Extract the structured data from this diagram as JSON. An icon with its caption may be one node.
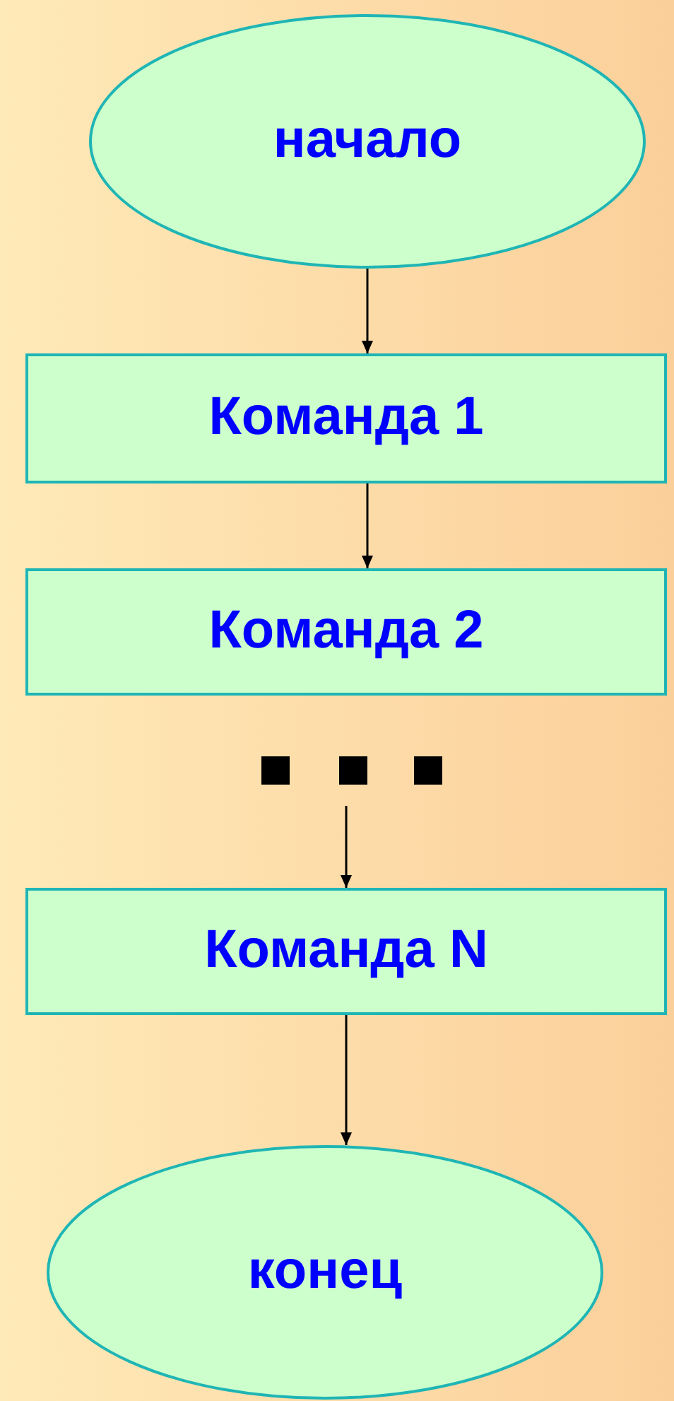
{
  "diagram": {
    "nodes": [
      {
        "text": [
          "начало"
        ]
      },
      {
        "text": [
          "Команда 1"
        ]
      },
      {
        "text": [
          "Команда 2"
        ]
      },
      {
        "text": [
          "Команда N"
        ]
      },
      {
        "text": [
          "конец"
        ]
      }
    ],
    "edges": [
      {
        "from": 0,
        "to": 1,
        "arrow": "to"
      },
      {
        "from": 1,
        "to": 2,
        "arrow": "to"
      },
      {
        "from": null,
        "to": 3,
        "arrow": "to"
      },
      {
        "from": 3,
        "to": 4,
        "arrow": "to"
      }
    ]
  }
}
